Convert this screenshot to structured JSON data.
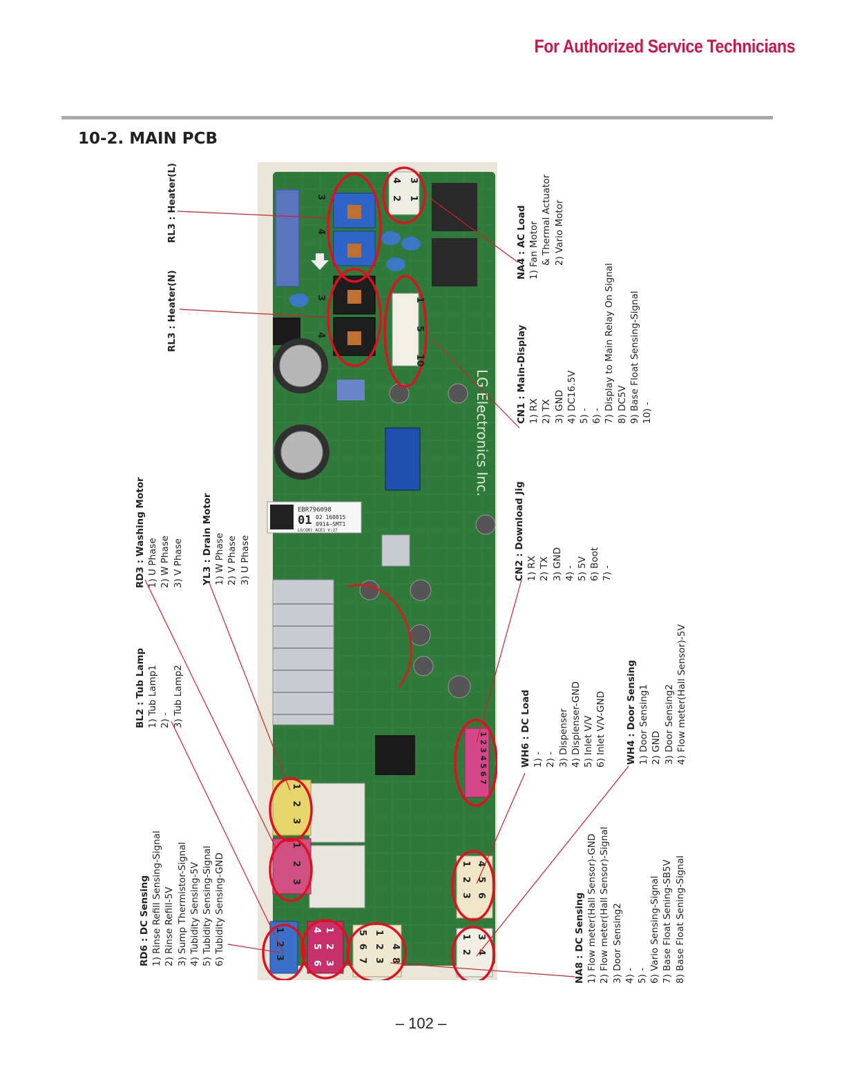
{
  "header": {
    "title": "For Authorized Service Technicians"
  },
  "section": {
    "title": "10-2. MAIN PCB"
  },
  "page": {
    "number": "– 102 –"
  },
  "annotations": {
    "rl3_heater_l": {
      "title": "RL3 : Heater(L)",
      "items": []
    },
    "rl3_heater_n": {
      "title": "RL3 : Heater(N)",
      "items": []
    },
    "na4": {
      "title": "NA4 : AC Load",
      "items": [
        "1) Fan Motor",
        "& Thermal Actuator",
        "2) Vario Motor"
      ]
    },
    "cn1": {
      "title": "CN1 : Main-Display",
      "items": [
        "1) RX",
        "2) TX",
        "3) GND",
        "4) DC16.5V",
        "5) -",
        "6) -",
        "7) Display to Main Relay On Signal",
        "8) DC5V",
        "9) Base Float Sensing-Signal",
        "10) -"
      ]
    },
    "rd3": {
      "title": "RD3 : Washing Motor",
      "items": [
        "1) U Phase",
        "2) W Phase",
        "3) V Phase"
      ]
    },
    "yl3": {
      "title": "YL3 : Drain Motor",
      "items": [
        "1) W Phase",
        "2) V Phase",
        "3) U Phase"
      ]
    },
    "cn2": {
      "title": "CN2 : Download Jig",
      "items": [
        "1) RX",
        "2) TX",
        "3) GND",
        "4) -",
        "5) 5V",
        "6) Boot",
        "7) -"
      ]
    },
    "bl2": {
      "title": "BL2 : Tub Lamp",
      "items": [
        "1) Tub Lamp1",
        "2) -",
        "3) Tub Lamp2"
      ]
    },
    "wh6": {
      "title": "WH6 : DC Load",
      "items": [
        "1) -",
        "2) -",
        "3) Dispenser",
        "4) Displenser-GND",
        "5) Inlet V/V",
        "6) Inlet V/V-GND"
      ]
    },
    "wh4": {
      "title": "WH4 : Door Sensing",
      "items": [
        "1) Door Sensing1",
        "2) GND",
        "3) Door Sensing2",
        "4) Flow meter(Hall  Sensor)-5V"
      ]
    },
    "rd6": {
      "title": "RD6 : DC Sensing",
      "items": [
        "1) Rinse Refill Sensing-Signal",
        "2) Rinse Refill-5V",
        "3) Sump Thermistor-Signal",
        "4) Tubidity Sensing-5V",
        "5) Tubidity Sensing-Signal",
        "6) Tubidity Sensing-GND"
      ]
    },
    "na8": {
      "title": "NA8 : DC Sensing",
      "items": [
        "1) Flow meter(Hall  Sensor)-GND",
        "2) Flow meter(Hall  Sensor)-Signal",
        "3) Door Sensing2",
        "4) -",
        "5) -",
        "6) Vario Sensing-Signal",
        "7) Base Float Sening-SB5V",
        "8) Base Float Sening-Signal"
      ]
    }
  },
  "pcb": {
    "label_lines": [
      "EBR796098",
      "01",
      "02 160815",
      "0914–SMT1",
      "LG(OR) ACE1  V:27"
    ],
    "silkscreen": "LG Electronics Inc.",
    "pin_numbers": {
      "relay_top": [
        "3",
        "4"
      ],
      "relay_bottom": [
        "3",
        "4"
      ],
      "na4_pins": [
        "4",
        "2",
        "3",
        "1"
      ],
      "cn1_pins": [
        "1",
        "5",
        "10"
      ],
      "cn2_pins": [
        "1 2 3 4 5 6 7"
      ],
      "yl3_pins": [
        "1",
        "2",
        "3"
      ],
      "rd3_pins": [
        "1",
        "2",
        "3"
      ],
      "wh6_pins": [
        "1",
        "2",
        "3",
        "4",
        "5",
        "6"
      ],
      "rd6_pins": [
        "1",
        "2",
        "3"
      ],
      "rd6b_pins": [
        "4",
        "1",
        "5",
        "2",
        "6",
        "3"
      ],
      "na8_pins": [
        "5",
        "1",
        "6",
        "2",
        "7",
        "3",
        "8",
        "4"
      ],
      "wh4_pins": [
        "1",
        "2",
        "3",
        "4"
      ]
    }
  },
  "colors": {
    "accent": "#c8174a",
    "leader": "#d0202a",
    "board": "#2f7a3a",
    "circle": "#e01020"
  }
}
